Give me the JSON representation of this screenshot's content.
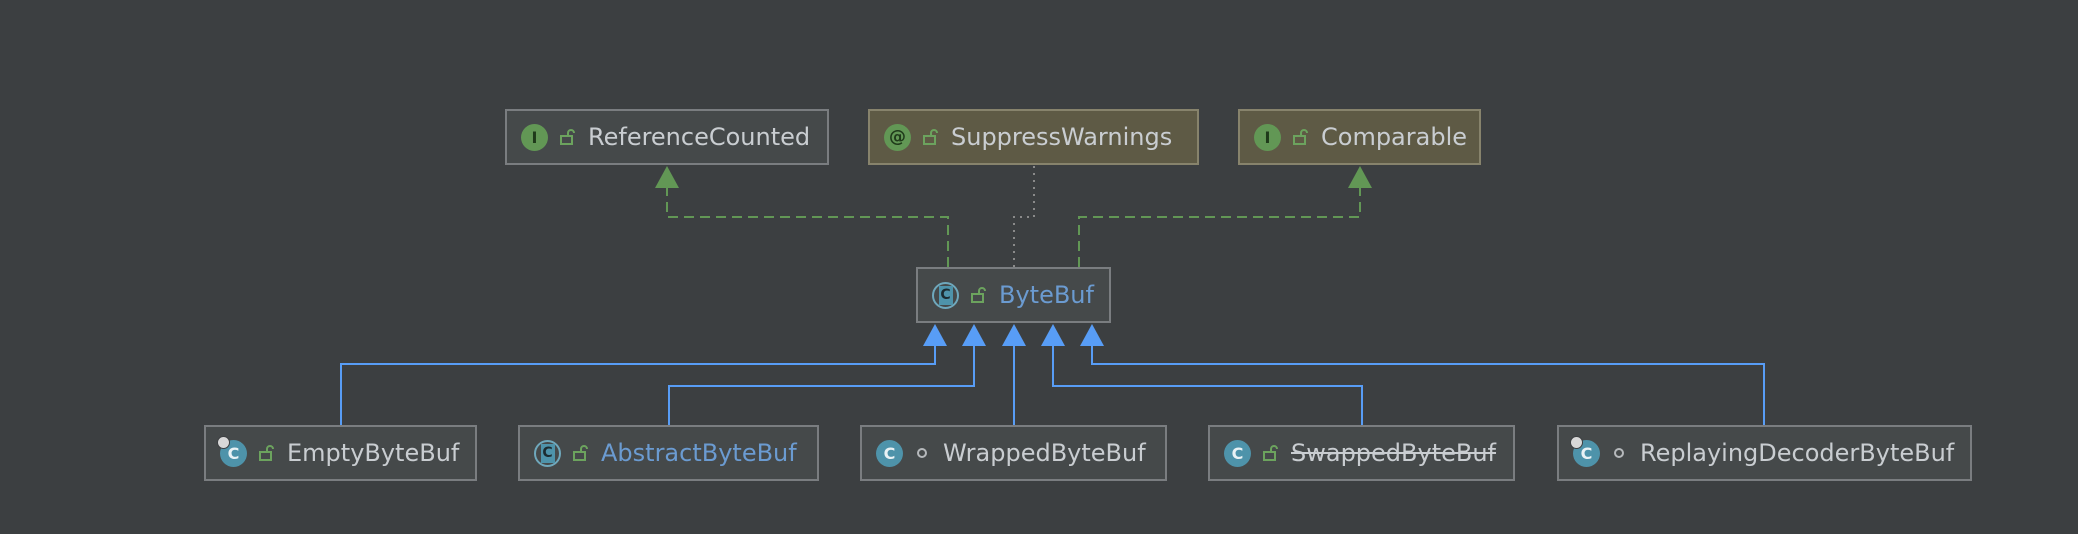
{
  "diagram": {
    "nodes": [
      {
        "id": "ReferenceCounted",
        "label": "ReferenceCounted",
        "kind": "I",
        "kind_type": "interface",
        "visibility": "public-lock-icon",
        "style": "plain"
      },
      {
        "id": "SuppressWarnings",
        "label": "SuppressWarnings",
        "kind": "@",
        "kind_type": "annotation",
        "visibility": "public-lock-icon",
        "style": "annot"
      },
      {
        "id": "Comparable",
        "label": "Comparable",
        "kind": "I",
        "kind_type": "interface",
        "visibility": "public-lock-icon",
        "style": "annot"
      },
      {
        "id": "ByteBuf",
        "label": "ByteBuf",
        "kind": "C",
        "kind_type": "abstract",
        "visibility": "public-lock-icon",
        "style": "plain",
        "name_color": "#6b9bd1"
      },
      {
        "id": "EmptyByteBuf",
        "label": "EmptyByteBuf",
        "kind": "C",
        "kind_type": "klass",
        "visibility": "public-lock-icon",
        "style": "plain",
        "badge": true
      },
      {
        "id": "AbstractByteBuf",
        "label": "AbstractByteBuf",
        "kind": "C",
        "kind_type": "abstract",
        "visibility": "public-lock-icon",
        "style": "plain",
        "name_color": "#6b9bd1"
      },
      {
        "id": "WrappedByteBuf",
        "label": "WrappedByteBuf",
        "kind": "C",
        "kind_type": "klass",
        "visibility": "package-dot-icon",
        "style": "plain"
      },
      {
        "id": "SwappedByteBuf",
        "label": "SwappedByteBuf",
        "kind": "C",
        "kind_type": "klass",
        "visibility": "public-lock-icon",
        "style": "plain",
        "deprecated": true
      },
      {
        "id": "ReplayingDecoderByteBuf",
        "label": "ReplayingDecoderByteBuf",
        "kind": "C",
        "kind_type": "klass",
        "visibility": "package-dot-icon",
        "style": "plain",
        "badge": true
      }
    ],
    "edges": [
      {
        "from": "ByteBuf",
        "to": "ReferenceCounted",
        "type": "implements"
      },
      {
        "from": "ByteBuf",
        "to": "SuppressWarnings",
        "type": "annotated"
      },
      {
        "from": "ByteBuf",
        "to": "Comparable",
        "type": "implements"
      },
      {
        "from": "EmptyByteBuf",
        "to": "ByteBuf",
        "type": "extends"
      },
      {
        "from": "AbstractByteBuf",
        "to": "ByteBuf",
        "type": "extends"
      },
      {
        "from": "WrappedByteBuf",
        "to": "ByteBuf",
        "type": "extends"
      },
      {
        "from": "SwappedByteBuf",
        "to": "ByteBuf",
        "type": "extends"
      },
      {
        "from": "ReplayingDecoderByteBuf",
        "to": "ByteBuf",
        "type": "extends"
      }
    ],
    "colors": {
      "background": "#3c3f41",
      "implements_edge": "#629755",
      "extends_edge": "#589df6",
      "annotation_edge": "#8a8a8a"
    }
  }
}
